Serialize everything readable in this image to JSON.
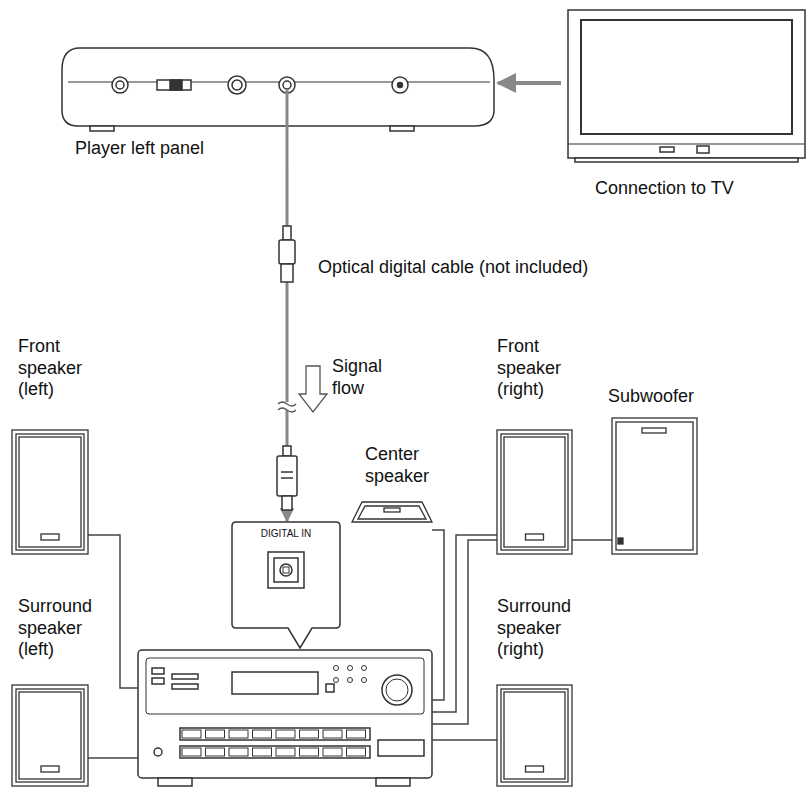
{
  "diagram": {
    "nodes": [
      {
        "text": [
          "Player left panel"
        ]
      },
      {
        "text": [
          "Connection to TV"
        ]
      },
      {
        "text": [
          "Front speaker (left)"
        ]
      },
      {
        "text": [
          "Front speaker (right)"
        ]
      },
      {
        "text": [
          "Subwoofer"
        ]
      },
      {
        "text": [
          "Center speaker"
        ]
      },
      {
        "text": [
          "DIGITAL IN"
        ]
      },
      {
        "text": [
          "Surround speaker (left)"
        ]
      },
      {
        "text": [
          "Surround speaker (right)"
        ]
      }
    ],
    "edges": [
      {
        "from": 1,
        "to": 0,
        "arrow": "to"
      },
      {
        "from": 0,
        "to": 6,
        "arrow": "to"
      }
    ],
    "labels": [
      "Optical digital cable (not included)",
      "Signal flow"
    ]
  }
}
